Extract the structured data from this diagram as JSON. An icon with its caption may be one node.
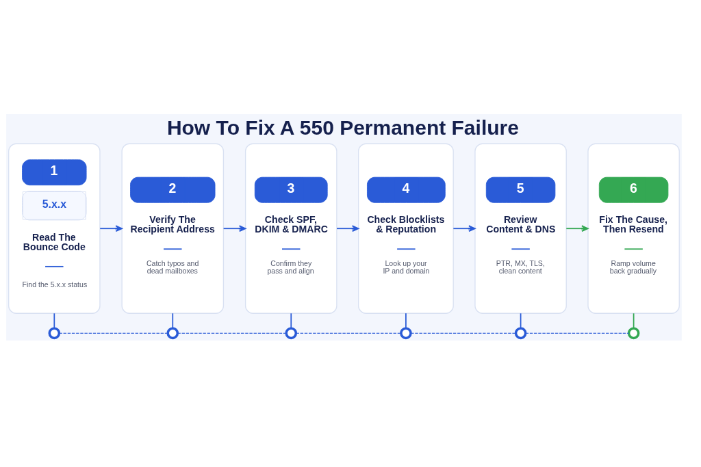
{
  "diagram": {
    "title": "How To Fix A 550 Permanent Failure",
    "nodes": [
      {
        "text": [
          "1",
          "5.x.x",
          "Read The Bounce Code",
          "Find the 5.x.x status"
        ]
      },
      {
        "text": [
          "2",
          "Verify The Recipient Address",
          "Catch typos and dead mailboxes"
        ]
      },
      {
        "text": [
          "3",
          "Check SPF, DKIM & DMARC",
          "Confirm they pass and align"
        ]
      },
      {
        "text": [
          "4",
          "Check Blocklists & Reputation",
          "Look up your IP and domain"
        ]
      },
      {
        "text": [
          "5",
          "Review Content & DNS",
          "PTR, MX, TLS, clean content"
        ]
      },
      {
        "text": [
          "6",
          "Fix The Cause, Then Resend",
          "Ramp volume back gradually"
        ]
      },
      {
        "text": [],
        "shape": "circle"
      },
      {
        "text": [],
        "shape": "circle"
      },
      {
        "text": [],
        "shape": "circle"
      },
      {
        "text": [],
        "shape": "circle"
      },
      {
        "text": [],
        "shape": "circle"
      },
      {
        "text": [],
        "shape": "circle"
      }
    ],
    "edges": [
      {
        "from": 0,
        "to": 1,
        "arrow": "to"
      },
      {
        "from": 1,
        "to": 2,
        "arrow": "to"
      },
      {
        "from": 2,
        "to": 3,
        "arrow": "to"
      },
      {
        "from": 3,
        "to": 4,
        "arrow": "to"
      },
      {
        "from": 4,
        "to": 5,
        "arrow": "to",
        "color": "#34a853"
      },
      {
        "from": 0,
        "to": 6,
        "arrow": "none"
      },
      {
        "from": 1,
        "to": 7,
        "arrow": "none"
      },
      {
        "from": 2,
        "to": 8,
        "arrow": "none"
      },
      {
        "from": 3,
        "to": 9,
        "arrow": "none"
      },
      {
        "from": 4,
        "to": 10,
        "arrow": "none"
      },
      {
        "from": 5,
        "to": 11,
        "arrow": "none",
        "color": "#34a853"
      },
      {
        "from": 6,
        "to": 7,
        "arrow": "none",
        "style": "dashed"
      },
      {
        "from": 7,
        "to": 8,
        "arrow": "none",
        "style": "dashed"
      },
      {
        "from": 8,
        "to": 9,
        "arrow": "none",
        "style": "dashed"
      },
      {
        "from": 9,
        "to": 10,
        "arrow": "none",
        "style": "dashed"
      },
      {
        "from": 10,
        "to": 11,
        "arrow": "none",
        "style": "dashed"
      }
    ]
  }
}
